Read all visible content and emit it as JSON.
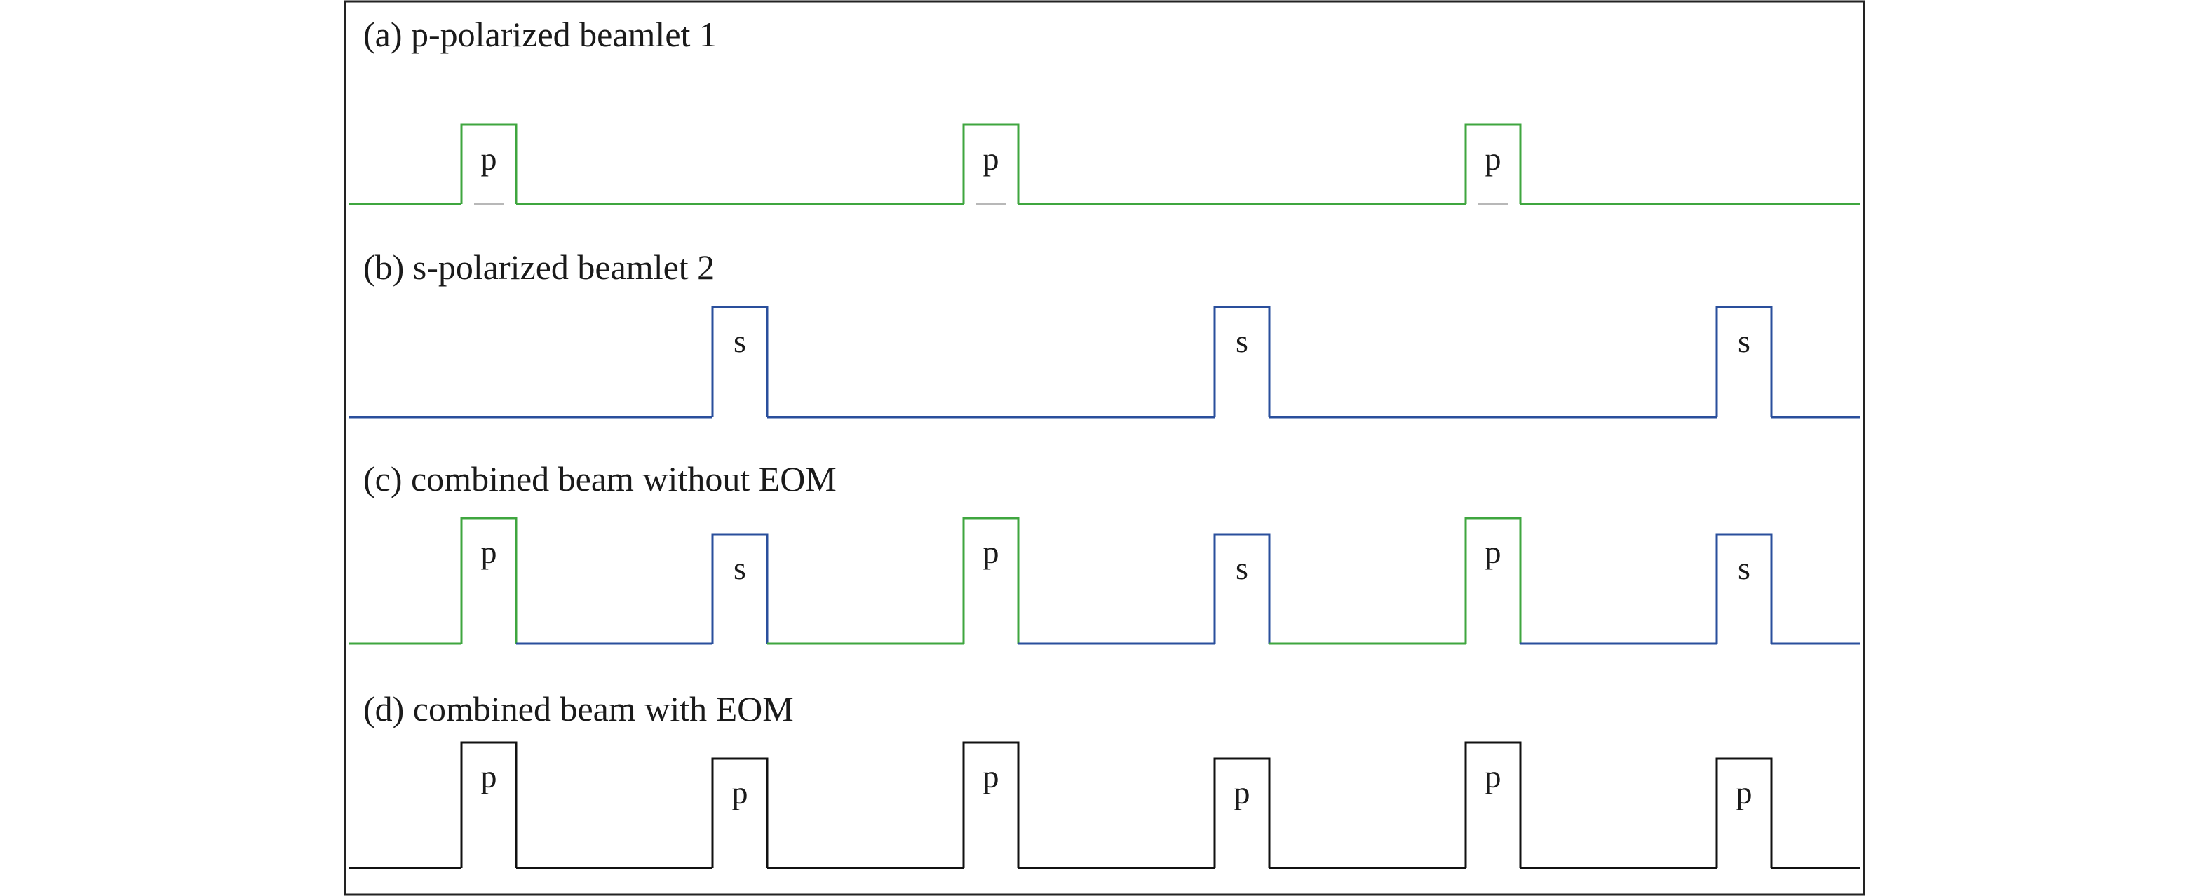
{
  "colors": {
    "p_green": "#3fa63f",
    "s_blue": "#2a4f9c",
    "black": "#111111",
    "frame": "#222222",
    "gap_gray": "#b8b8b8"
  },
  "panels": [
    {
      "id": "a",
      "title": "(a) p-polarized beamlet  1",
      "pulses": [
        {
          "label": "p",
          "color": "p_green",
          "tall": true
        },
        {
          "label": "p",
          "color": "p_green",
          "tall": true
        },
        {
          "label": "p",
          "color": "p_green",
          "tall": true
        }
      ]
    },
    {
      "id": "b",
      "title": "(b) s-polarized beamlet 2",
      "pulses": [
        {
          "label": "s",
          "color": "s_blue",
          "tall": true
        },
        {
          "label": "s",
          "color": "s_blue",
          "tall": true
        },
        {
          "label": "s",
          "color": "s_blue",
          "tall": true
        }
      ]
    },
    {
      "id": "c",
      "title": "(c) combined beam without EOM",
      "pulses": [
        {
          "label": "p",
          "color": "p_green",
          "tall": true
        },
        {
          "label": "s",
          "color": "s_blue",
          "tall": false
        },
        {
          "label": "p",
          "color": "p_green",
          "tall": true
        },
        {
          "label": "s",
          "color": "s_blue",
          "tall": false
        },
        {
          "label": "p",
          "color": "p_green",
          "tall": true
        },
        {
          "label": "s",
          "color": "s_blue",
          "tall": false
        }
      ]
    },
    {
      "id": "d",
      "title": "(d) combined beam with EOM",
      "pulses": [
        {
          "label": "p",
          "color": "black",
          "tall": true
        },
        {
          "label": "p",
          "color": "black",
          "tall": false
        },
        {
          "label": "p",
          "color": "black",
          "tall": true
        },
        {
          "label": "p",
          "color": "black",
          "tall": false
        },
        {
          "label": "p",
          "color": "black",
          "tall": true
        },
        {
          "label": "p",
          "color": "black",
          "tall": false
        }
      ]
    }
  ]
}
